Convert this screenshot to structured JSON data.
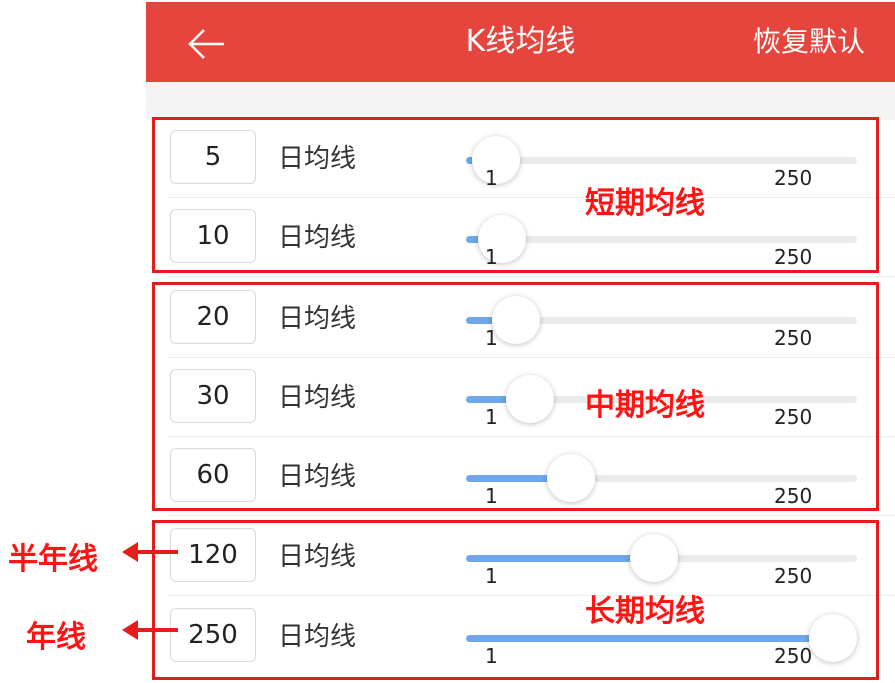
{
  "header": {
    "title": "K线均线",
    "back_icon": "arrow-left-icon",
    "reset_label": "恢复默认",
    "bg_color": "#e5453d"
  },
  "slider_range": {
    "min_label": "1",
    "max_label": "250",
    "min": 1,
    "max": 250
  },
  "rows": [
    {
      "period": "5",
      "label": "日均线",
      "value": 5
    },
    {
      "period": "10",
      "label": "日均线",
      "value": 10
    },
    {
      "period": "20",
      "label": "日均线",
      "value": 20
    },
    {
      "period": "30",
      "label": "日均线",
      "value": 30
    },
    {
      "period": "60",
      "label": "日均线",
      "value": 60
    },
    {
      "period": "120",
      "label": "日均线",
      "value": 120
    },
    {
      "period": "250",
      "label": "日均线",
      "value": 250
    }
  ],
  "groups": [
    {
      "label": "短期均线"
    },
    {
      "label": "中期均线"
    },
    {
      "label": "长期均线"
    }
  ],
  "annotations": [
    {
      "label": "半年线"
    },
    {
      "label": "年线"
    }
  ],
  "colors": {
    "accent": "#6ea8ea",
    "annotation": "#e51c1c"
  }
}
